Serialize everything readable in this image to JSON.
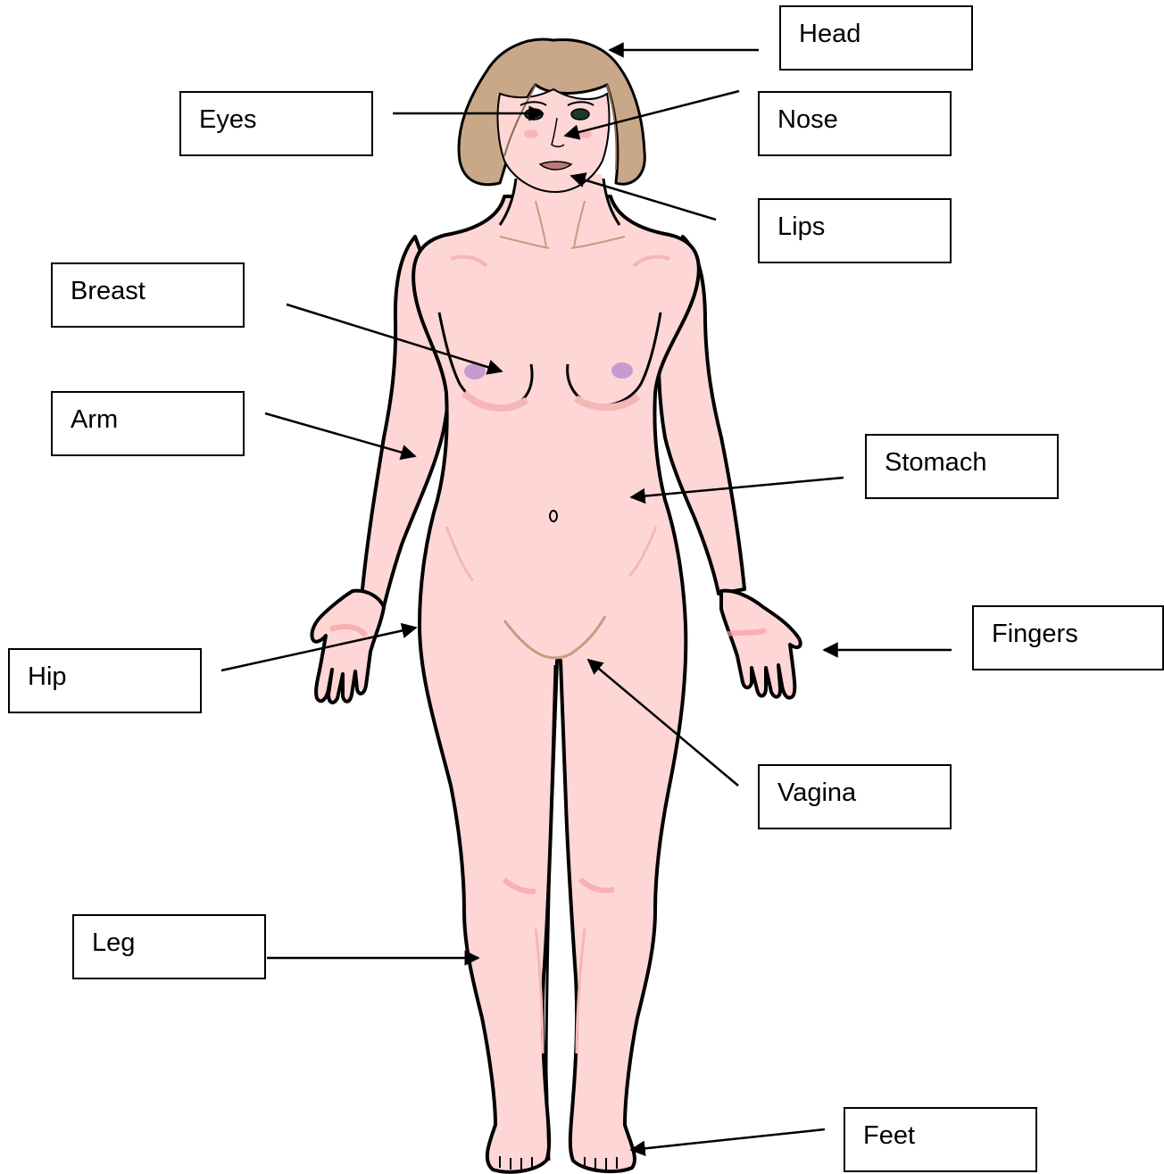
{
  "labels": {
    "head": "Head",
    "eyes": "Eyes",
    "nose": "Nose",
    "lips": "Lips",
    "breast": "Breast",
    "arm": "Arm",
    "stomach": "Stomach",
    "fingers": "Fingers",
    "hip": "Hip",
    "vagina": "Vagina",
    "leg": "Leg",
    "feet": "Feet"
  },
  "colors": {
    "skin": "#ffd6d6",
    "skin_shadow": "#f5b6b6",
    "outline": "#000000",
    "hair": "#c8a888",
    "hair_shadow": "#8a6a50",
    "nipple": "#c79ad0",
    "line_detail": "#c89a80",
    "box_border": "#000000",
    "arrow": "#000000"
  }
}
